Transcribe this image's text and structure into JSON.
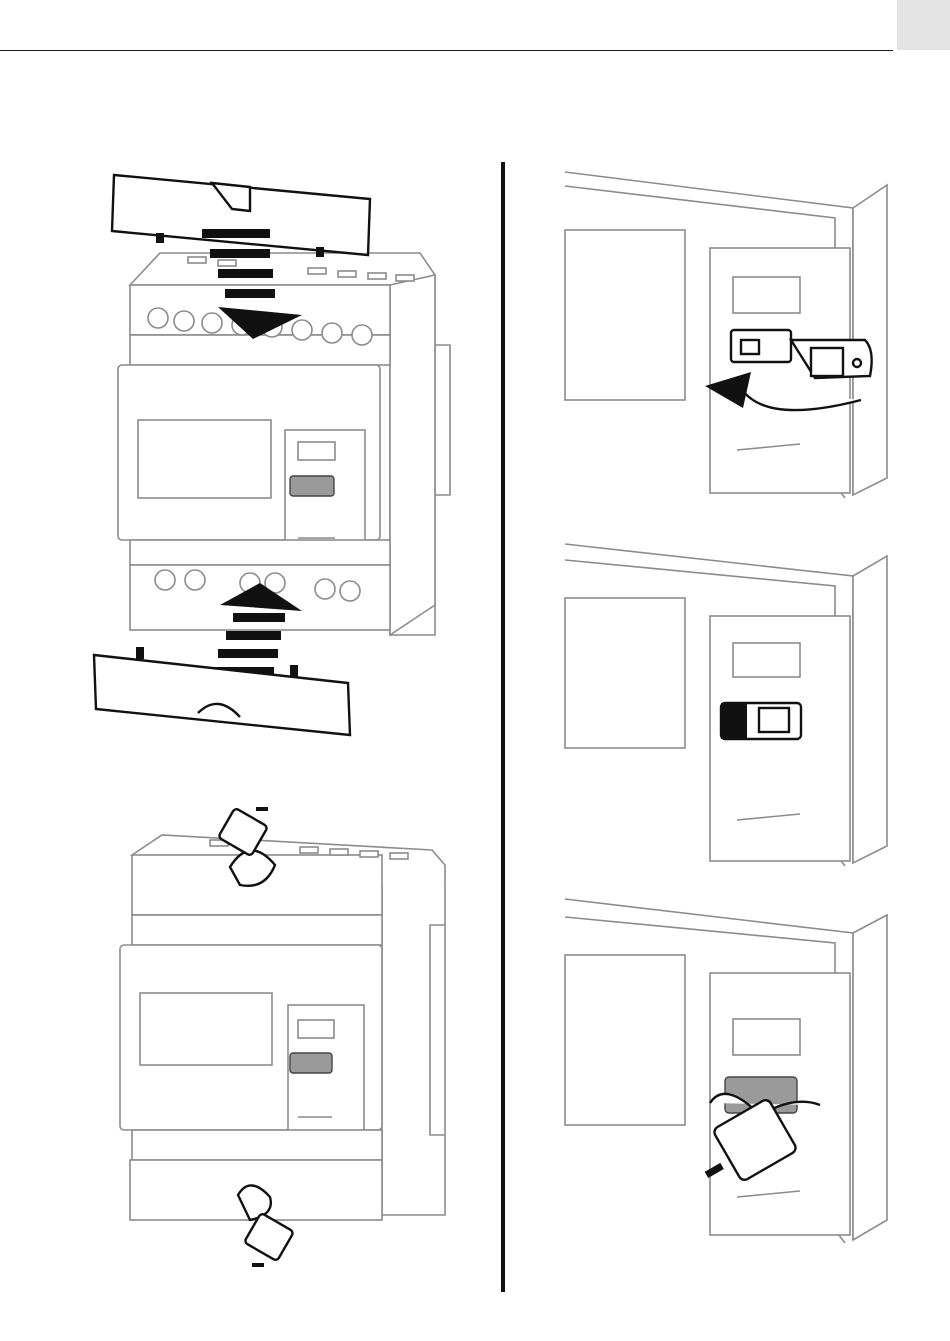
{
  "header": {
    "tab_color": "#e3e3e3",
    "rule_color": "#1a1a1a"
  },
  "figures": [
    {
      "id": "fig-cover-assembly",
      "icons": [
        "terminal-cover-top-icon",
        "down-arrow-icon",
        "meter-device-icon",
        "up-arrow-icon",
        "terminal-cover-bottom-icon"
      ]
    },
    {
      "id": "fig-sealed-meter",
      "icons": [
        "meter-device-icon",
        "seal-top-icon",
        "seal-bottom-icon"
      ]
    },
    {
      "id": "fig-rotate-latch",
      "icons": [
        "panel-detail-icon",
        "latch-icon",
        "rotate-arrow-icon"
      ]
    },
    {
      "id": "fig-latch-closed",
      "icons": [
        "panel-detail-icon",
        "latch-closed-icon"
      ]
    },
    {
      "id": "fig-latch-sealed",
      "icons": [
        "panel-detail-icon",
        "seal-icon"
      ]
    }
  ],
  "colors": {
    "line": "#8c8c8c",
    "ink": "#111111",
    "arrow": "#111111"
  }
}
